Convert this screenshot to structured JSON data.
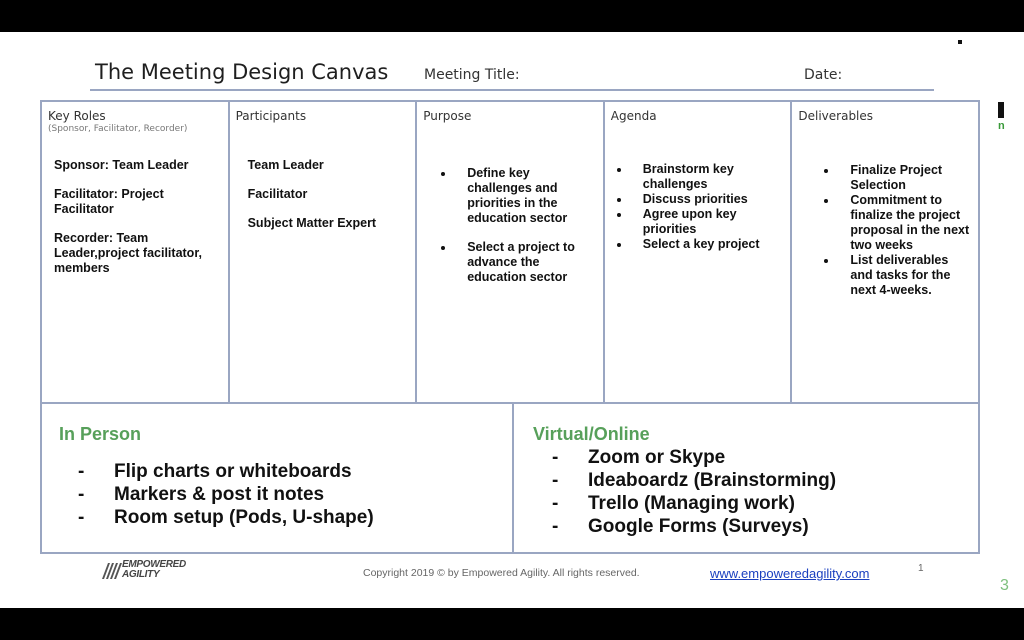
{
  "header": {
    "title": "The Meeting Design Canvas",
    "meeting_title_label": "Meeting Title:",
    "date_label": "Date:"
  },
  "columns": {
    "key_roles": {
      "heading": "Key Roles",
      "subheading": "(Sponsor, Facilitator, Recorder)",
      "lines": [
        "Sponsor: Team Leader",
        "Facilitator: Project Facilitator",
        "Recorder: Team Leader,project facilitator, members"
      ]
    },
    "participants": {
      "heading": "Participants",
      "lines": [
        "Team Leader",
        "Facilitator",
        "Subject Matter Expert"
      ]
    },
    "purpose": {
      "heading": "Purpose",
      "bullets": [
        "Define key challenges and priorities in the education sector",
        "Select a project to advance the education sector"
      ]
    },
    "agenda": {
      "heading": "Agenda",
      "bullets": [
        "Brainstorm key challenges",
        "Discuss priorities",
        "Agree upon key priorities",
        "Select a key project"
      ]
    },
    "deliverables": {
      "heading": "Deliverables",
      "bullets": [
        "Finalize Project Selection",
        "Commitment  to finalize the project proposal in the next two weeks",
        "List deliverables and tasks for the next 4-weeks."
      ]
    }
  },
  "bottom": {
    "in_person": {
      "heading": "In Person",
      "items": [
        "Flip charts or whiteboards",
        "Markers & post it notes",
        "Room setup (Pods, U-shape)"
      ]
    },
    "virtual": {
      "heading": "Virtual/Online",
      "items": [
        "Zoom or Skype",
        "Ideaboardz (Brainstorming)",
        "Trello (Managing work)",
        "Google Forms (Surveys)"
      ]
    }
  },
  "footer": {
    "logo_line1": "EMPOWERED",
    "logo_line2": "AGILITY",
    "copyright": "Copyright 2019 © by Empowered Agility. All rights reserved.",
    "link": "www.empoweredagility.com",
    "page_number": "1",
    "slide_number": "3",
    "edge_letter": "n"
  },
  "colors": {
    "accent_green": "#57a05a",
    "grid_border": "#9aa6c2",
    "link_blue": "#1a3fbf"
  }
}
